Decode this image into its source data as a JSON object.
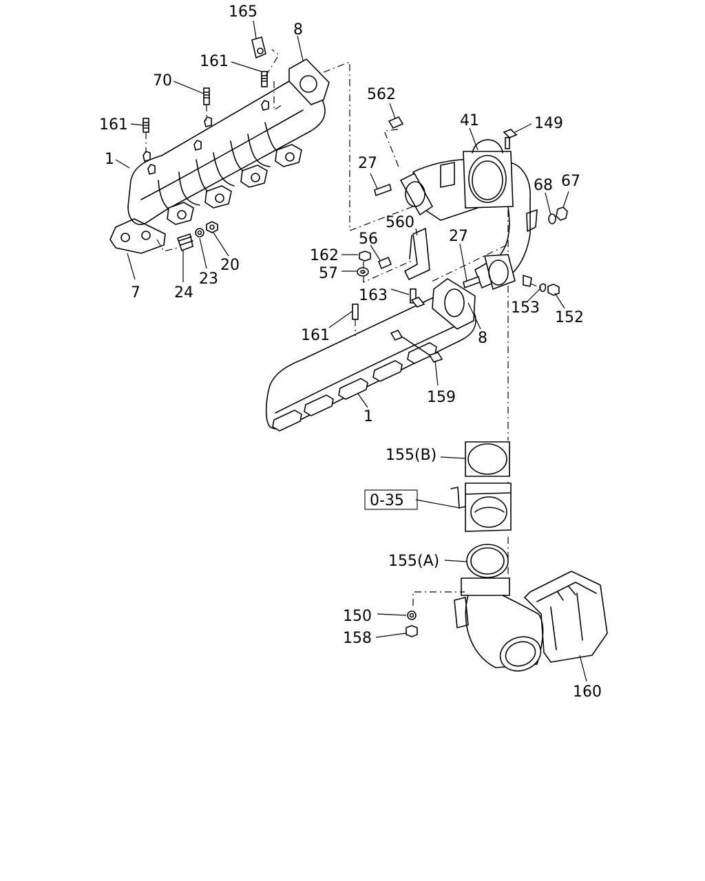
{
  "callouts": {
    "c165": "165",
    "c8a": "8",
    "c161a": "161",
    "c70": "70",
    "c161b": "161",
    "c1a": "1",
    "c7": "7",
    "c24": "24",
    "c23": "23",
    "c20": "20",
    "c562": "562",
    "c41": "41",
    "c149": "149",
    "c27a": "27",
    "c68": "68",
    "c67": "67",
    "c560": "560",
    "c56": "56",
    "c162": "162",
    "c57": "57",
    "c27b": "27",
    "c163": "163",
    "c153": "153",
    "c152": "152",
    "c161c": "161",
    "c8b": "8",
    "c159": "159",
    "c1b": "1",
    "c155b": "155(B)",
    "c035": "0-35",
    "c155a": "155(A)",
    "c150": "150",
    "c158": "158",
    "c160": "160"
  }
}
